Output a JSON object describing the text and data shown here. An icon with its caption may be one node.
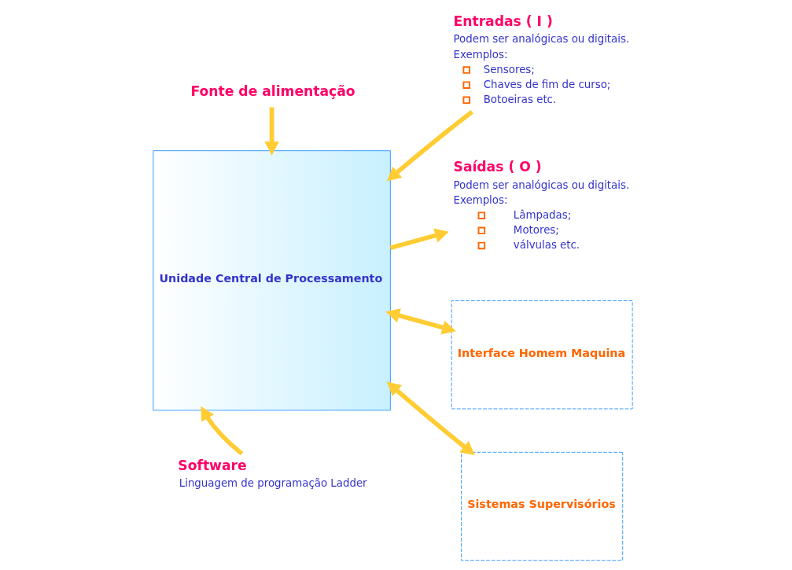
{
  "diagram": {
    "nodes": [
      {
        "text": [
          "Fonte de alimentação"
        ]
      },
      {
        "text": [
          "Entradas ( I )",
          "Podem ser analógicas ou digitais.",
          "Exemplos:",
          "Sensores;",
          "Chaves de fim de curso;",
          "Botoeiras etc."
        ]
      },
      {
        "text": [
          "Unidade Central de Processamento"
        ]
      },
      {
        "text": [
          "Saídas ( O )",
          "Podem ser analógicas ou digitais.",
          "Exemplos:",
          "Lâmpadas;",
          "Motores;",
          "válvulas etc."
        ]
      },
      {
        "text": [
          "Interface Homem Maquina"
        ]
      },
      {
        "text": [
          "Sistemas Supervisórios"
        ]
      },
      {
        "text": [
          "Software"
        ],
        "beside": [
          "Linguagem de programação Ladder"
        ]
      }
    ],
    "edges": [
      {
        "from": 0,
        "to": 2,
        "arrow": "to"
      },
      {
        "from": 1,
        "to": 2,
        "arrow": "to"
      },
      {
        "from": 2,
        "to": 3,
        "arrow": "to"
      },
      {
        "from": 2,
        "to": 4,
        "arrow": "both"
      },
      {
        "from": 2,
        "to": 5,
        "arrow": "both"
      },
      {
        "from": 6,
        "to": 2,
        "arrow": "to"
      }
    ]
  }
}
